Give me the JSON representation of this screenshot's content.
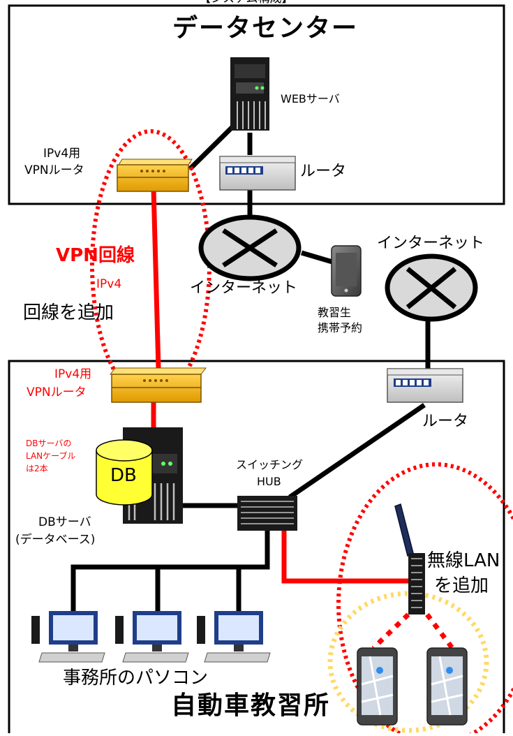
{
  "header_partial": "【システム構成】",
  "datacenter": {
    "title": "データセンター",
    "web_server": "WEBサーバ",
    "router": "ルータ",
    "vpn_router": [
      "IPv4用",
      "VPNルータ"
    ]
  },
  "vpn": {
    "title": "VPN回線",
    "sub": "IPv4",
    "note": "回線を追加"
  },
  "internet_left": "インターネット",
  "internet_right": "インターネット",
  "student_phone": [
    "教習生",
    "携帯予約"
  ],
  "school": {
    "title": "自動車教習所",
    "vpn_router": [
      "IPv4用",
      "VPNルータ"
    ],
    "router": "ルータ",
    "db_note": [
      "DBサーバの",
      "LANケーブル",
      "は2本"
    ],
    "db_label": "DB",
    "db_server": [
      "DBサーバ",
      "(データベース)"
    ],
    "switch": [
      "スイッチング",
      "HUB"
    ],
    "wlan": [
      "無線LAN",
      "を追加"
    ],
    "office_pcs": "事務所のパソコン"
  },
  "colors": {
    "red": "#ff0000",
    "device_orange": "#f5b800",
    "db_yellow": "#ffff33",
    "pc_blue": "#4472c4",
    "dotted_yellow": "#ffd966"
  }
}
